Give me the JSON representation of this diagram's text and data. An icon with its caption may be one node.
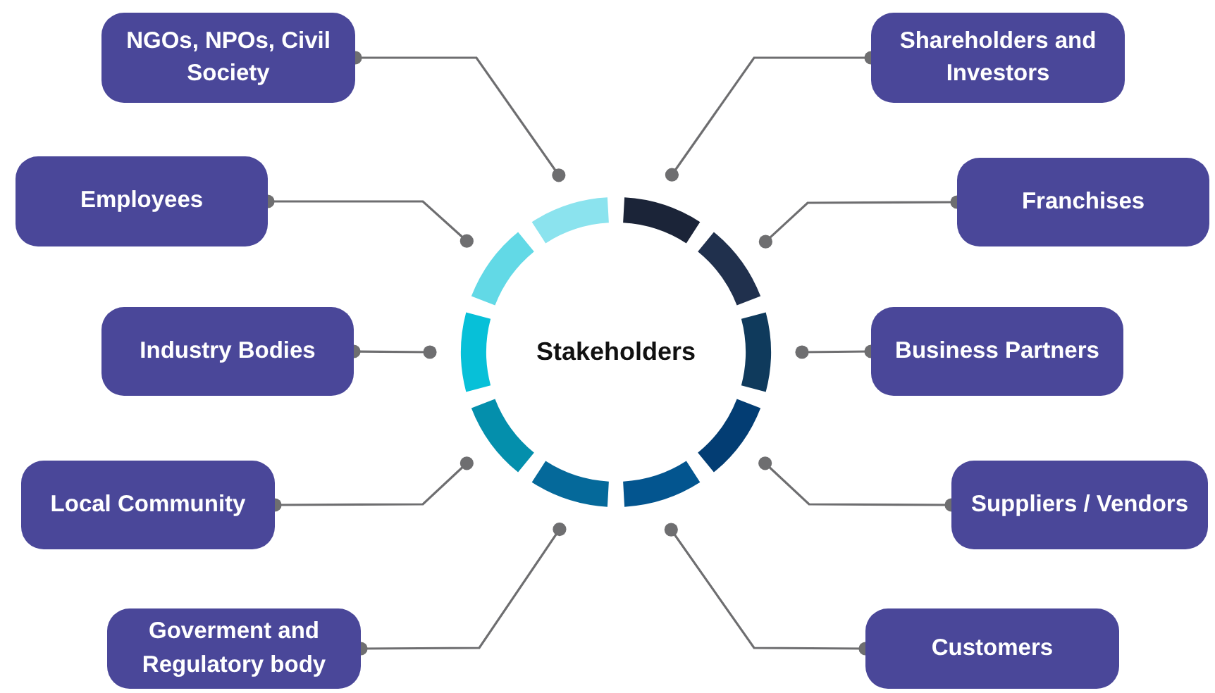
{
  "diagram": {
    "nodes": [
      {
        "text": [
          "Stakeholders"
        ]
      },
      {
        "text": [
          "NGOs, NPOs, Civil Society"
        ]
      },
      {
        "text": [
          "Shareholders and Investors"
        ]
      },
      {
        "text": [
          "Employees"
        ]
      },
      {
        "text": [
          "Franchises"
        ]
      },
      {
        "text": [
          "Industry Bodies"
        ]
      },
      {
        "text": [
          "Business Partners"
        ]
      },
      {
        "text": [
          "Local Community"
        ]
      },
      {
        "text": [
          "Suppliers / Vendors"
        ]
      },
      {
        "text": [
          "Goverment and Regulatory body"
        ]
      },
      {
        "text": [
          "Customers"
        ]
      }
    ],
    "edges": [
      {
        "from": 1,
        "to": 0,
        "arrow": "other"
      },
      {
        "from": 2,
        "to": 0,
        "arrow": "other"
      },
      {
        "from": 3,
        "to": 0,
        "arrow": "other"
      },
      {
        "from": 4,
        "to": 0,
        "arrow": "other"
      },
      {
        "from": 5,
        "to": 0,
        "arrow": "other"
      },
      {
        "from": 6,
        "to": 0,
        "arrow": "other"
      },
      {
        "from": 7,
        "to": 0,
        "arrow": "other"
      },
      {
        "from": 8,
        "to": 0,
        "arrow": "other"
      },
      {
        "from": 9,
        "to": 0,
        "arrow": "other"
      },
      {
        "from": 10,
        "to": 0,
        "arrow": "other"
      }
    ]
  }
}
